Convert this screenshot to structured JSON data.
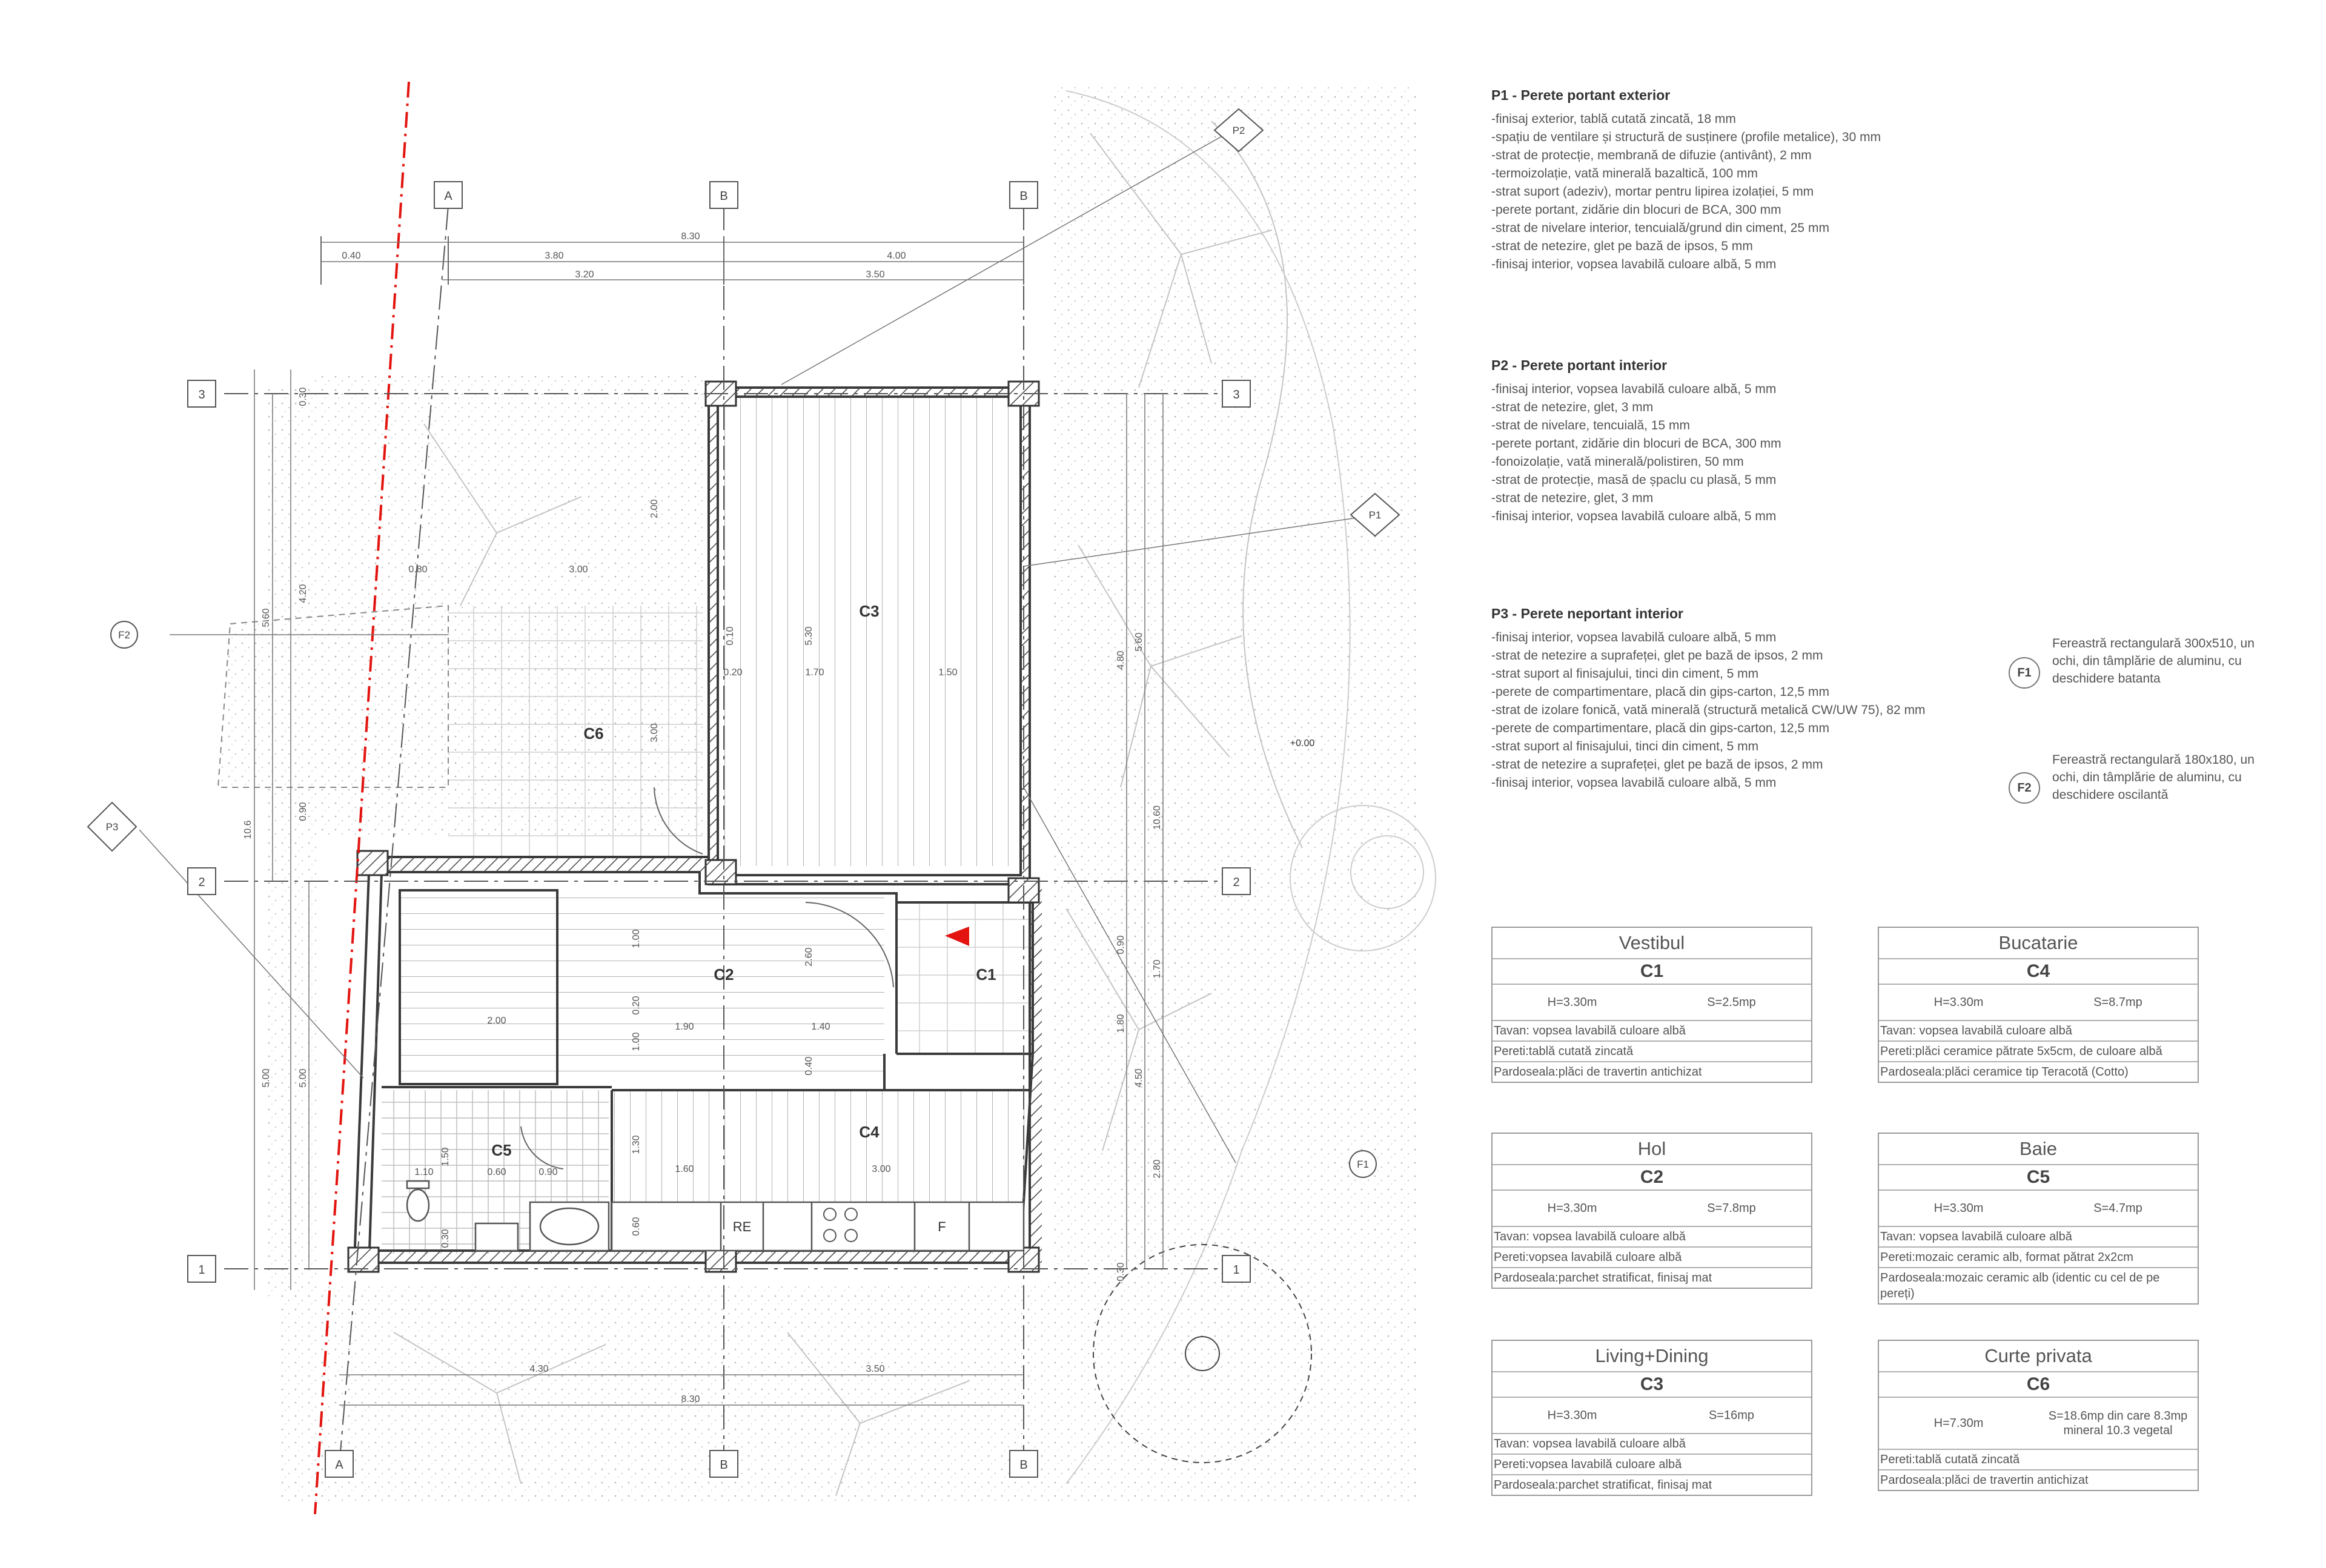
{
  "walls": [
    {
      "title": "P1 - Perete portant exterior",
      "layers": [
        "-finisaj exterior, tablă cutată zincată, 18 mm",
        "-spațiu de ventilare și structură de susținere (profile metalice), 30 mm",
        "-strat de protecție, membrană de difuzie (antivânt), 2 mm",
        "-termoizolație, vată minerală bazaltică, 100 mm",
        "-strat suport (adeziv), mortar pentru lipirea izolației, 5 mm",
        "-perete portant, zidărie din blocuri de BCA, 300 mm",
        "-strat de nivelare interior, tencuială/grund din ciment, 25 mm",
        "-strat de netezire, glet pe bază de ipsos, 5 mm",
        "-finisaj interior, vopsea lavabilă culoare albă, 5 mm"
      ]
    },
    {
      "title": "P2 - Perete portant interior",
      "layers": [
        "-finisaj interior, vopsea lavabilă culoare albă, 5 mm",
        "-strat de netezire, glet, 3 mm",
        "-strat de nivelare, tencuială, 15 mm",
        "-perete portant, zidărie din blocuri de BCA, 300 mm",
        "-fonoizolație, vată minerală/polistiren, 50 mm",
        "-strat de protecție, masă de șpaclu cu plasă, 5 mm",
        "-strat de netezire, glet, 3 mm",
        "-finisaj interior, vopsea lavabilă culoare albă, 5 mm"
      ]
    },
    {
      "title": "P3 - Perete neportant interior",
      "layers": [
        "-finisaj interior, vopsea lavabilă culoare albă, 5 mm",
        "-strat de netezire a suprafeței, glet pe bază de ipsos, 2 mm",
        "-strat suport al finisajului, tinci din ciment, 5 mm",
        "-perete de compartimentare, placă din gips-carton, 12,5 mm",
        "-strat de izolare fonică, vată minerală (structură metalică CW/UW 75), 82 mm",
        "-perete de compartimentare, placă din gips-carton, 12,5 mm",
        "-strat suport al finisajului, tinci din ciment, 5 mm",
        "-strat de netezire a suprafeței, glet pe bază de ipsos, 2 mm",
        "-finisaj interior, vopsea lavabilă culoare albă, 5 mm"
      ]
    }
  ],
  "windows": [
    {
      "code": "F1",
      "desc": "Fereastră rectangulară 300x510, un ochi, din tâmplărie de aluminu, cu deschidere batanta"
    },
    {
      "code": "F2",
      "desc": "Fereastră rectangulară 180x180, un ochi, din tâmplărie de aluminu, cu deschidere oscilantă"
    }
  ],
  "rooms": {
    "vestibul": {
      "name": "Vestibul",
      "code": "C1",
      "h": "H=3.30m",
      "s": "S=2.5mp",
      "lines": [
        "Tavan: vopsea lavabilă culoare albă",
        "Pereti:tablă cutată zincată",
        "Pardoseala:plăci de travertin antichizat"
      ]
    },
    "bucatarie": {
      "name": "Bucatarie",
      "code": "C4",
      "h": "H=3.30m",
      "s": "S=8.7mp",
      "lines": [
        "Tavan: vopsea lavabilă culoare albă",
        "Pereti:plăci ceramice pătrate 5x5cm, de culoare albă",
        "Pardoseala:plăci ceramice tip Teracotă (Cotto)"
      ]
    },
    "hol": {
      "name": "Hol",
      "code": "C2",
      "h": "H=3.30m",
      "s": "S=7.8mp",
      "lines": [
        "Tavan: vopsea lavabilă culoare albă",
        "Pereti:vopsea lavabilă culoare albă",
        "Pardoseala:parchet stratificat, finisaj mat"
      ]
    },
    "baie": {
      "name": "Baie",
      "code": "C5",
      "h": "H=3.30m",
      "s": "S=4.7mp",
      "lines": [
        "Tavan: vopsea lavabilă culoare albă",
        "Pereti:mozaic ceramic alb, format pătrat 2x2cm",
        "Pardoseala:mozaic ceramic alb (identic cu cel de pe pereți)"
      ]
    },
    "living": {
      "name": "Living+Dining",
      "code": "C3",
      "h": "H=3.30m",
      "s": "S=16mp",
      "lines": [
        "Tavan: vopsea lavabilă culoare albă",
        "Pereti:vopsea lavabilă culoare albă",
        "Pardoseala:parchet stratificat, finisaj mat"
      ]
    },
    "curte": {
      "name": "Curte privata",
      "code": "C6",
      "h": "H=7.30m",
      "s": "S=18.6mp din care 8.3mp mineral 10.3 vegetal",
      "lines": [
        "Pereti:tablă cutată zincată",
        "Pardoseala:plăci de travertin antichizat"
      ]
    }
  },
  "plan": {
    "axes": {
      "a": "A",
      "b": "B",
      "b2": "B",
      "n3": "3",
      "n2": "2",
      "n1": "1"
    },
    "tags": {
      "p1": "P1",
      "p2": "P2",
      "p3": "P3",
      "f1": "F1",
      "f2": "F2"
    },
    "room_labels": {
      "c1": "C1",
      "c2": "C2",
      "c3": "C3",
      "c4": "C4",
      "c5": "C5",
      "c6": "C6"
    },
    "appliances": {
      "re": "RE",
      "f": "F"
    },
    "level": "+0.00",
    "top_dims": {
      "total": "8.30",
      "d380": "3.80",
      "d400": "4.00",
      "d040": "0.40",
      "d320": "3.20",
      "d350": "3.50"
    },
    "bottom_dims": {
      "d430": "4.30",
      "d350": "3.50",
      "total": "8.30"
    },
    "left_dims": {
      "d106": "10.6",
      "d560": "5.60",
      "d420": "4.20",
      "d500a": "5.00",
      "d500b": "5.00",
      "d090": "0.90",
      "d030": "0.30"
    },
    "right_dims": {
      "d1060": "10.60",
      "d560": "5.60",
      "d480": "4.80",
      "d450": "4.50",
      "d280": "2.80",
      "d170": "1.70",
      "d180": "1.80",
      "d090": "0.90",
      "d030": "0.30"
    },
    "inner_dims": {
      "c6w": "3.00",
      "c6h": "3.00",
      "c6top": "2.00",
      "c6l": "0.80",
      "c3h": "5.30",
      "c3a": "1.70",
      "c3b": "1.50",
      "c3c": "0.20",
      "c3d": "0.10",
      "c2a": "1.00",
      "c2b": "1.90",
      "c2c": "1.40",
      "c2d": "1.00",
      "c2e": "0.20",
      "c2f": "2.60",
      "c2g": "0.40",
      "c4a": "3.00",
      "c4b": "1.60",
      "c4c": "1.30",
      "c4d": "0.60",
      "c5a": "1.10",
      "c5b": "0.60",
      "c5c": "0.90",
      "c5d": "1.50",
      "c5e": "2.00",
      "c5f": "0.30"
    }
  }
}
